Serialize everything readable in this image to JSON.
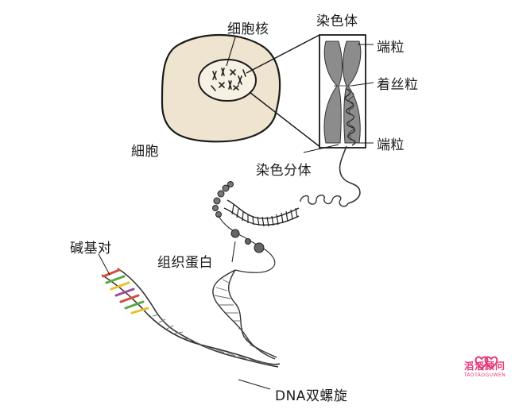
{
  "labels": {
    "nucleus": "细胞核",
    "chromosome": "染色体",
    "telomere_top": "端粒",
    "centromere": "着丝粒",
    "telomere_bottom": "端粒",
    "cell": "細胞",
    "chromatid": "染色分体",
    "base_pair": "碱基对",
    "histone": "组织蛋白",
    "dna_helix": "DNA双螺旋"
  },
  "brand": {
    "name_zh": "滔滔顾问",
    "name_en": "TAOTAOGUWEN"
  },
  "colors": {
    "cell_fill": "#eee4d0",
    "nucleus_fill": "#f7f1e3",
    "chromosome_fill": "#888888",
    "brand": "#e5397a",
    "base_red": "#d84a3a",
    "base_green": "#5aa844",
    "base_yellow": "#e7c22a",
    "base_purple": "#9b4c9a"
  },
  "icons": {
    "brand_logo": "double-heart-logo-icon"
  }
}
